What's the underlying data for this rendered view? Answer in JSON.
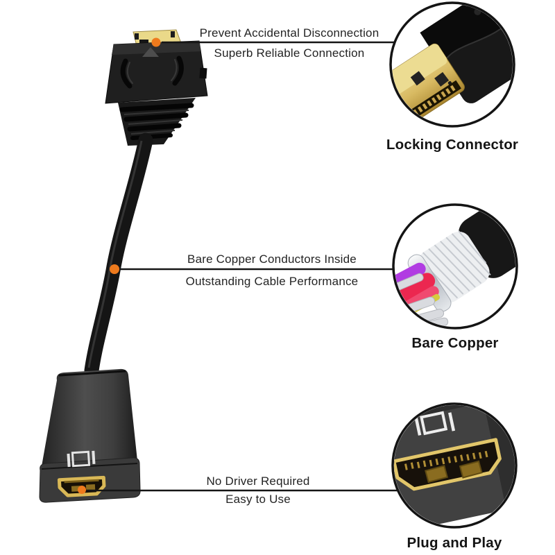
{
  "colors": {
    "background": "#ffffff",
    "accent_orange": "#ee7a1d",
    "leader_line": "#151515",
    "text": "#242424",
    "gold": "#d9b856"
  },
  "annotations": [
    {
      "id": "locking-connector",
      "line1": "Prevent Accidental Disconnection",
      "line2": "Superb Reliable Connection",
      "label": "Locking Connector"
    },
    {
      "id": "bare-copper",
      "line1": "Bare Copper Conductors Inside",
      "line2": "Outstanding Cable Performance",
      "label": "Bare Copper"
    },
    {
      "id": "plug-and-play",
      "line1": "No Driver Required",
      "line2": "Easy to Use",
      "label": "Plug and Play"
    }
  ]
}
